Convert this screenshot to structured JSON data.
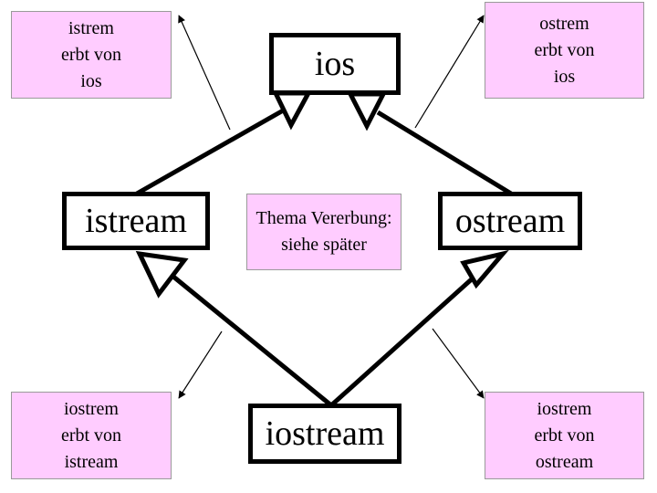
{
  "classes": {
    "ios": "ios",
    "istream": "istream",
    "ostream": "ostream",
    "iostream": "iostream"
  },
  "notes": {
    "top_left": [
      "istrem",
      "erbt von",
      "ios"
    ],
    "top_right": [
      "ostrem",
      "erbt von",
      "ios"
    ],
    "bottom_left": [
      "iostrem",
      "erbt von",
      "istream"
    ],
    "bottom_right": [
      "iostrem",
      "erbt von",
      "ostream"
    ]
  },
  "topic_note": [
    "Thema",
    "Vererbung:",
    "siehe später"
  ],
  "colors": {
    "note_fill": "#ffccff",
    "class_border": "#000000"
  }
}
